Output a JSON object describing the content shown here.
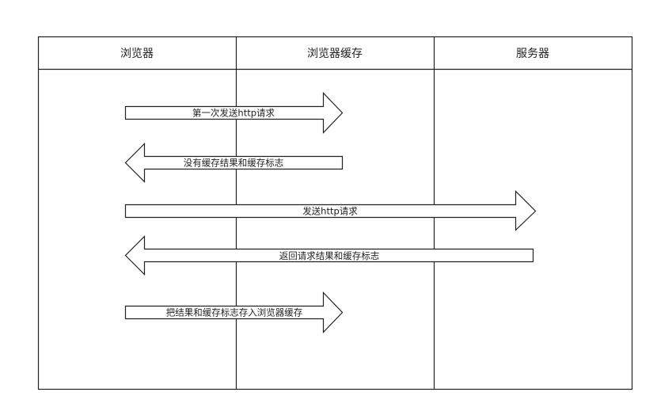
{
  "columns": [
    {
      "title": "浏览器"
    },
    {
      "title": "浏览器缓存"
    },
    {
      "title": "服务器"
    }
  ],
  "arrows": [
    {
      "label": "第一次发送http请求",
      "direction": "right",
      "from": 0,
      "to": 1
    },
    {
      "label": "没有缓存结果和缓存标志",
      "direction": "left",
      "from": 1,
      "to": 0
    },
    {
      "label": "发送http请求",
      "direction": "right",
      "from": 0,
      "to": 2
    },
    {
      "label": "返回请求结果和缓存标志",
      "direction": "left",
      "from": 2,
      "to": 0
    },
    {
      "label": "把结果和缓存标志存入浏览器缓存",
      "direction": "right",
      "from": 0,
      "to": 1
    }
  ]
}
